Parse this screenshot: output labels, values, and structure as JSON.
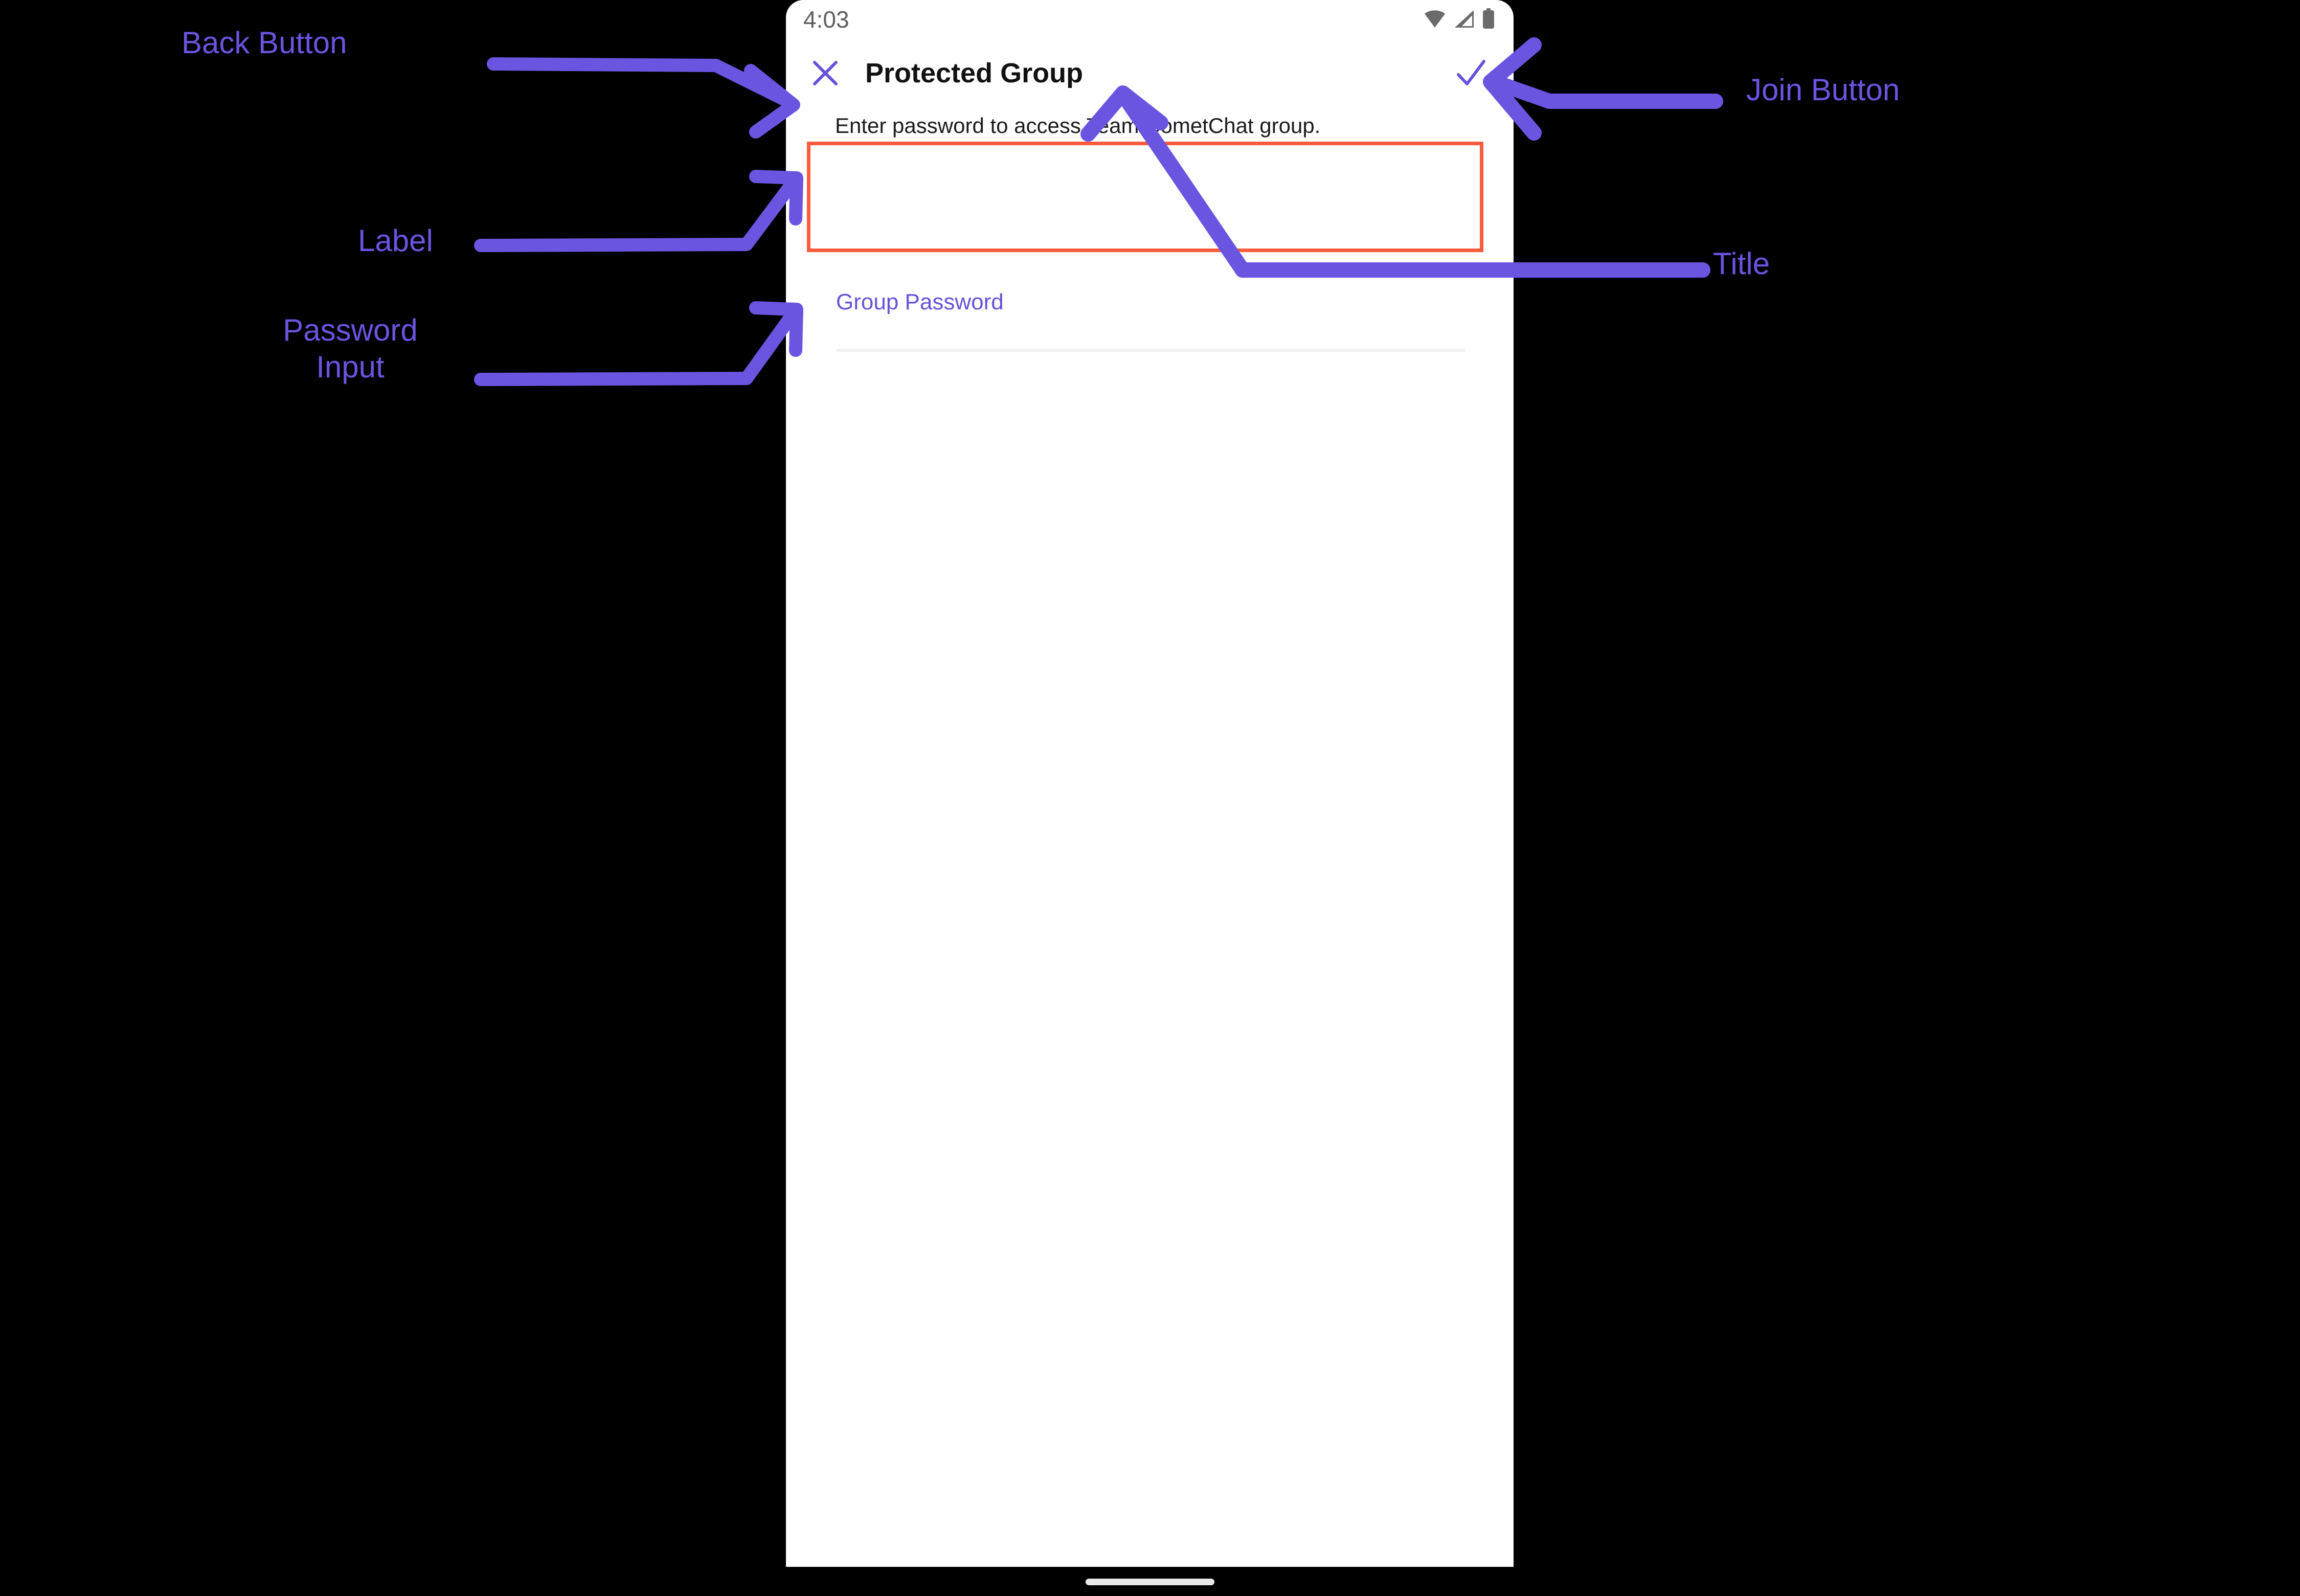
{
  "status_bar": {
    "time": "4:03",
    "icons": [
      "wifi-icon",
      "cellular-signal-icon",
      "battery-icon"
    ]
  },
  "app_bar": {
    "close_icon": "close-x-icon",
    "title": "Protected Group",
    "join_icon": "checkmark-icon"
  },
  "content": {
    "description": "Enter password to access Team CometChat group.",
    "password_label": "Group Password",
    "password_value": "",
    "password_placeholder": ""
  },
  "annotations": {
    "back_button": "Back Button",
    "label": "Label",
    "password_input": "Password\nInput",
    "join_button": "Join Button",
    "title": "Title"
  },
  "colors": {
    "accent_purple": "#6652d9",
    "annotation_purple": "#6a55e0",
    "highlight_red": "#fc5b3c",
    "title_black": "#111111",
    "status_gray": "#5f5f5f",
    "underline_gray": "#f0f0f0",
    "screen_background": "#ffffff",
    "page_background": "#000000"
  },
  "nav_bar": {
    "home_indicator": "home-indicator-pill"
  }
}
